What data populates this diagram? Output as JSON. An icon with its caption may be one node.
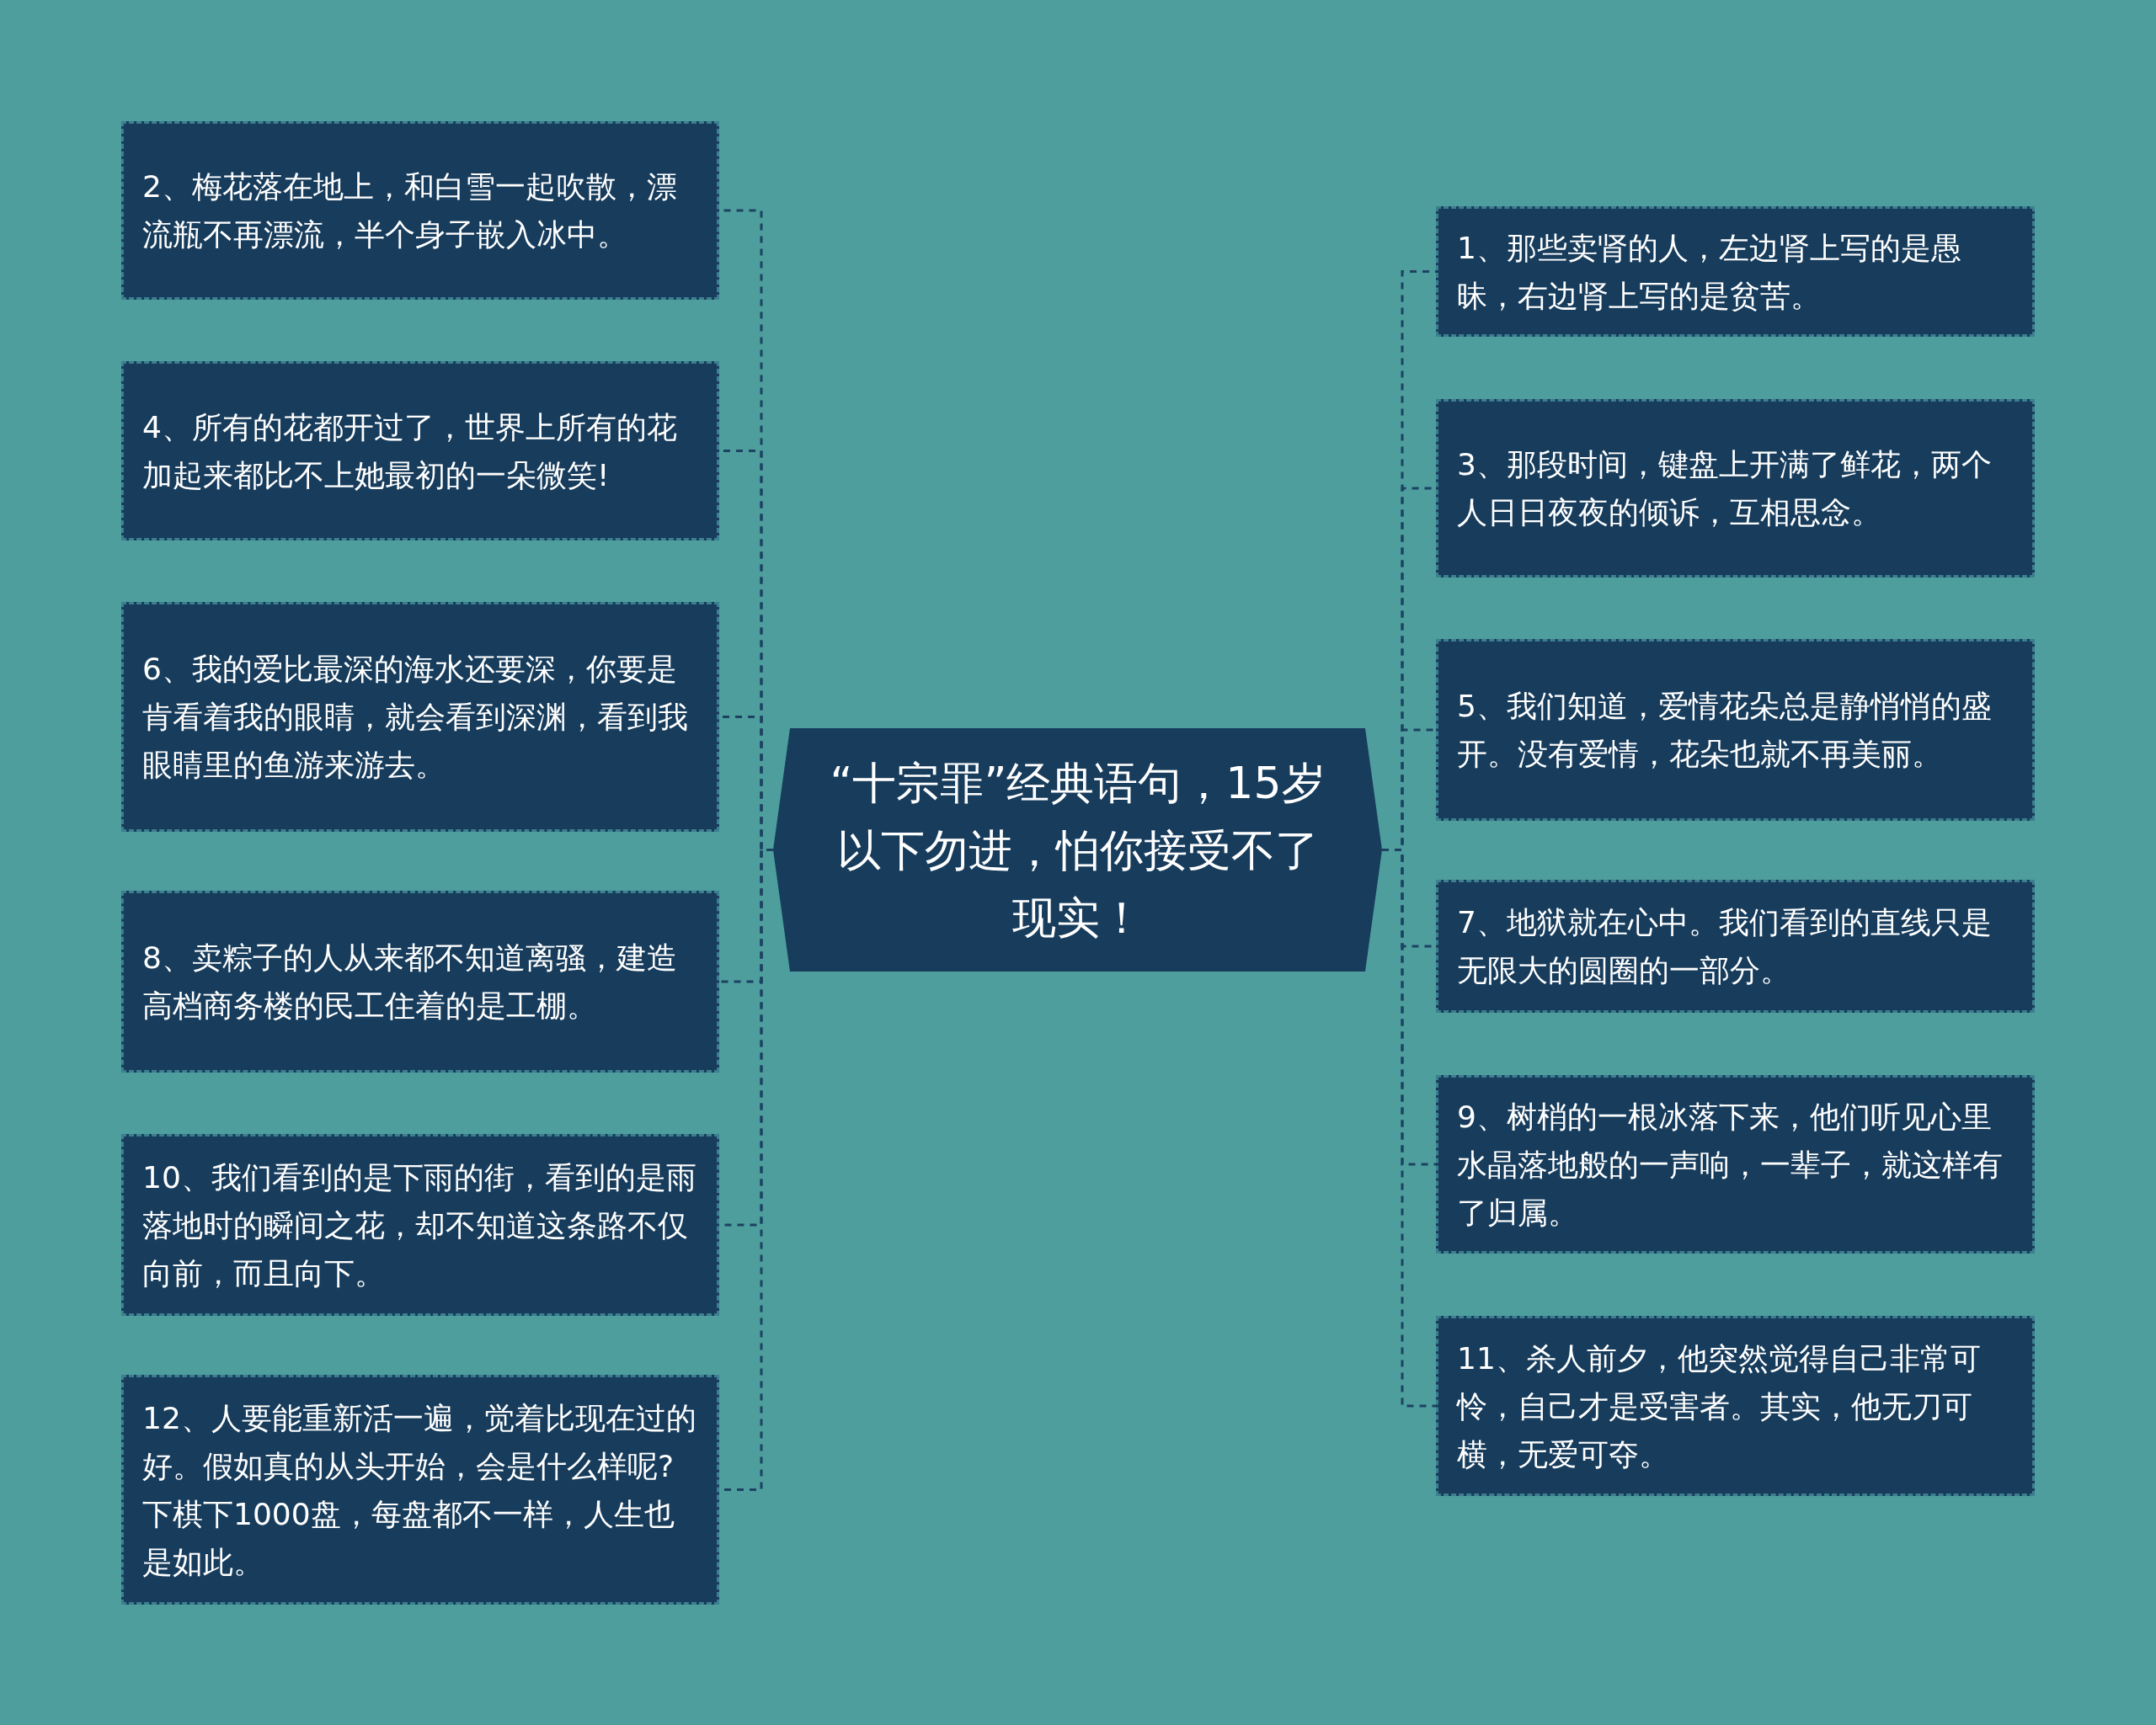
{
  "diagram": {
    "nodes": [
      {
        "text": [
          "“十宗罪”经典语句，15岁以下勿进，怕你接受不了现实！"
        ]
      },
      {
        "text": [
          "2、梅花落在地上，和白雪一起吹散，漂流瓶不再漂流，半个身子嵌入冰中。"
        ]
      },
      {
        "text": [
          "4、所有的花都开过了，世界上所有的花加起来都比不上她最初的一朵微笑!"
        ]
      },
      {
        "text": [
          "6、我的爱比最深的海水还要深，你要是肯看着我的眼睛，就会看到深渊，看到我眼睛里的鱼游来游去。"
        ]
      },
      {
        "text": [
          "8、卖粽子的人从来都不知道离骚，建造高档商务楼的民工住着的是工棚。"
        ]
      },
      {
        "text": [
          "10、我们看到的是下雨的街，看到的是雨落地时的瞬间之花，却不知道这条路不仅向前，而且向下。"
        ]
      },
      {
        "text": [
          "12、人要能重新活一遍，觉着比现在过的好。假如真的从头开始，会是什么样呢?下棋下1000盘，每盘都不一样，人生也是如此。"
        ]
      },
      {
        "text": [
          "1、那些卖肾的人，左边肾上写的是愚昧，右边肾上写的是贫苦。"
        ]
      },
      {
        "text": [
          "3、那段时间，键盘上开满了鲜花，两个人日日夜夜的倾诉，互相思念。"
        ]
      },
      {
        "text": [
          "5、我们知道，爱情花朵总是静悄悄的盛开。没有爱情，花朵也就不再美丽。"
        ]
      },
      {
        "text": [
          "7、地狱就在心中。我们看到的直线只是无限大的圆圈的一部分。"
        ]
      },
      {
        "text": [
          "9、树梢的一根冰落下来，他们听见心里水晶落地般的一声响，一辈子，就这样有了归属。"
        ]
      },
      {
        "text": [
          "11、杀人前夕，他突然觉得自己非常可怜，自己才是受害者。其实，他无刀可横，无爱可夺。"
        ]
      }
    ],
    "edges": [
      {
        "from": 0,
        "to": 1,
        "arrow": "none",
        "style": "dashed"
      },
      {
        "from": 0,
        "to": 2,
        "arrow": "none",
        "style": "dashed"
      },
      {
        "from": 0,
        "to": 3,
        "arrow": "none",
        "style": "dashed"
      },
      {
        "from": 0,
        "to": 4,
        "arrow": "none",
        "style": "dashed"
      },
      {
        "from": 0,
        "to": 5,
        "arrow": "none",
        "style": "dashed"
      },
      {
        "from": 0,
        "to": 6,
        "arrow": "none",
        "style": "dashed"
      },
      {
        "from": 0,
        "to": 7,
        "arrow": "none",
        "style": "dashed"
      },
      {
        "from": 0,
        "to": 8,
        "arrow": "none",
        "style": "dashed"
      },
      {
        "from": 0,
        "to": 9,
        "arrow": "none",
        "style": "dashed"
      },
      {
        "from": 0,
        "to": 10,
        "arrow": "none",
        "style": "dashed"
      },
      {
        "from": 0,
        "to": 11,
        "arrow": "none",
        "style": "dashed"
      },
      {
        "from": 0,
        "to": 12,
        "arrow": "none",
        "style": "dashed"
      }
    ]
  }
}
